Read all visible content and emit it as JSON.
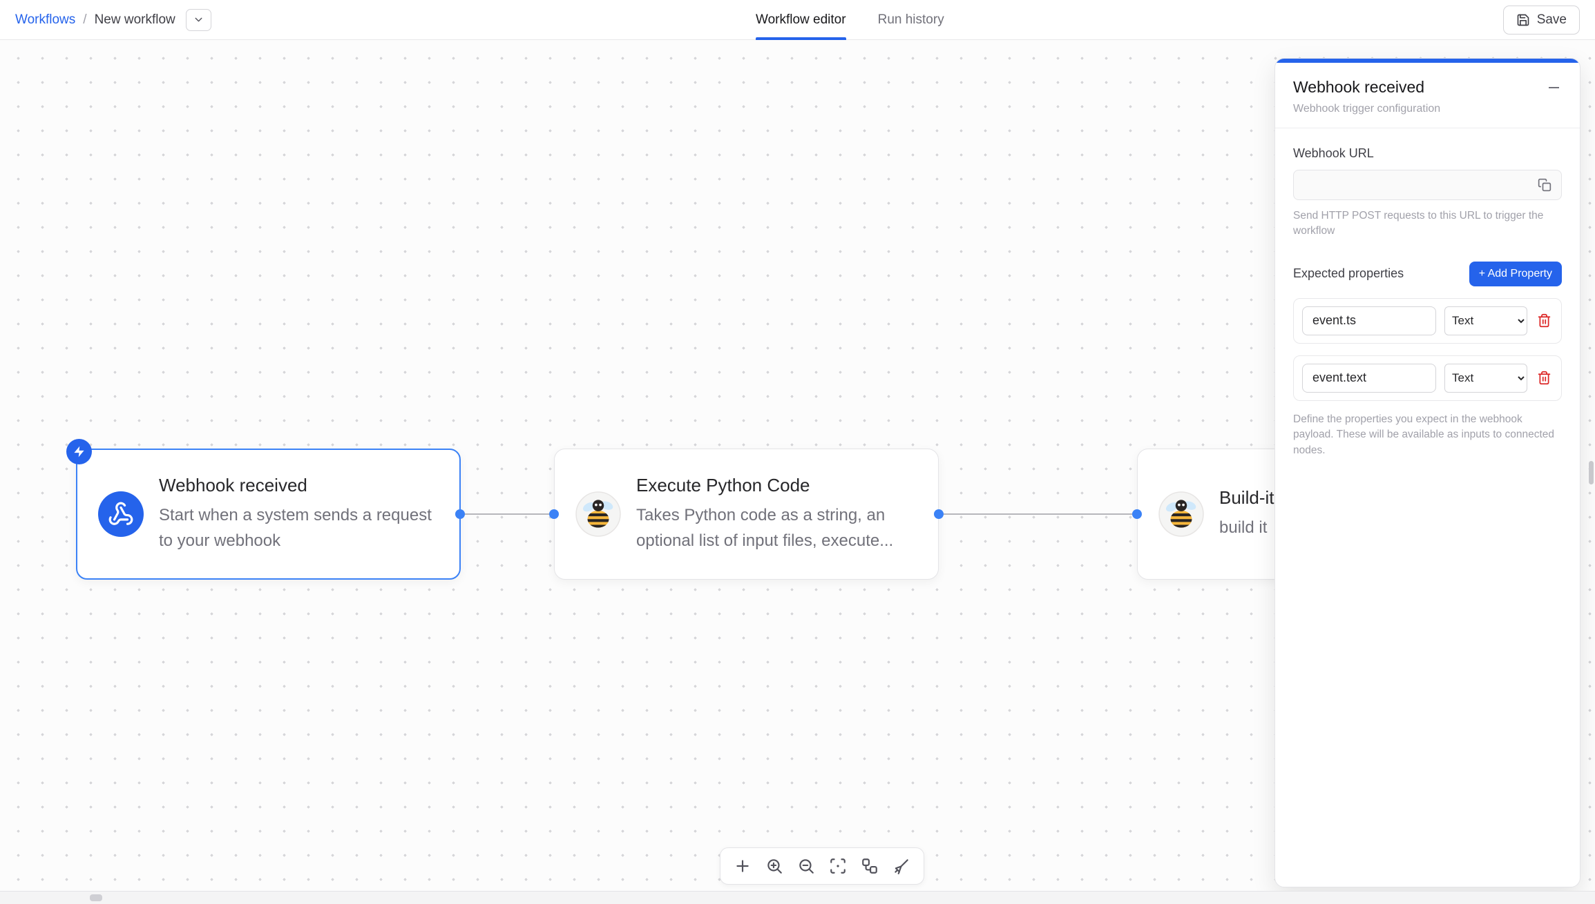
{
  "colors": {
    "accent": "#2563eb",
    "selected_node_border": "#3b82f6",
    "danger": "#dc2626",
    "canvas_dot": "#d7d7da"
  },
  "topbar": {
    "breadcrumb": {
      "root": "Workflows",
      "separator": "/",
      "current": "New workflow"
    },
    "tabs": [
      {
        "label": "Workflow editor",
        "active": true
      },
      {
        "label": "Run history",
        "active": false
      }
    ],
    "save_label": "Save"
  },
  "canvas": {
    "nodes": [
      {
        "title": "Webhook received",
        "description": "Start when a system sends a request to your webhook",
        "selected": true,
        "icon": "webhook-icon",
        "badge": "zap-icon"
      },
      {
        "title": "Execute Python Code",
        "description": "Takes Python code as a string, an optional list of input files, execute...",
        "selected": false,
        "icon": "bee-avatar-icon"
      },
      {
        "title": "Build-it",
        "description": "build it",
        "selected": false,
        "icon": "bee-avatar-icon"
      }
    ],
    "toolbar_icons": [
      "plus",
      "zoom-in",
      "zoom-out",
      "fit-view",
      "auto-layout",
      "clean"
    ]
  },
  "panel": {
    "title": "Webhook received",
    "subtitle": "Webhook trigger configuration",
    "webhook_url": {
      "label": "Webhook URL",
      "value": "",
      "help": "Send HTTP POST requests to this URL to trigger the workflow",
      "copy_icon": "copy-icon"
    },
    "expected_properties": {
      "label": "Expected properties",
      "add_button_label": "+ Add Property",
      "properties": [
        {
          "name": "event.ts",
          "type": "Text"
        },
        {
          "name": "event.text",
          "type": "Text"
        }
      ],
      "help": "Define the properties you expect in the webhook payload. These will be available as inputs to connected nodes."
    }
  }
}
